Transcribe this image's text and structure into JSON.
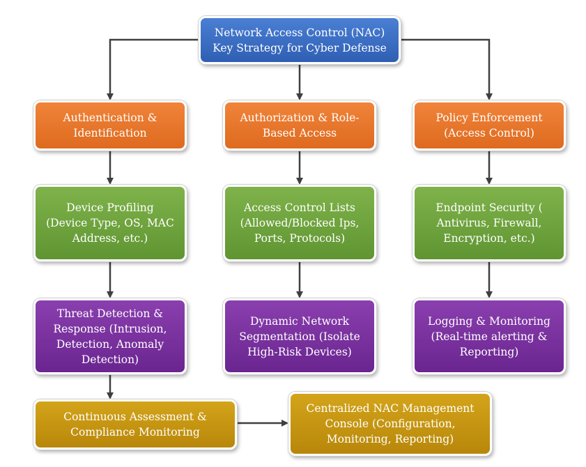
{
  "colors": {
    "blue": "#3a6cc4",
    "orange": "#e8772b",
    "green": "#6fa23d",
    "purple": "#7b2fa0",
    "gold": "#c7960f",
    "connector": "#3f3f3f"
  },
  "nodes": {
    "root": "Network Access Control (NAC)\nKey Strategy for Cyber Defense",
    "authentication": "Authentication &\nIdentification",
    "authorization": "Authorization & Role-\nBased Access",
    "policy": "Policy Enforcement\n(Access Control)",
    "device_profiling": "Device Profiling\n(Device Type, OS, MAC\nAddress, etc.)",
    "acl": "Access Control Lists\n(Allowed/Blocked Ips,\nPorts, Protocols)",
    "endpoint": "Endpoint Security (\nAntivirus, Firewall,\nEncryption, etc.)",
    "threat": "Threat Detection &\nResponse (Intrusion,\nDetection, Anomaly\nDetection)",
    "segmentation": "Dynamic Network\nSegmentation (Isolate\nHigh-Risk Devices)",
    "logging": "Logging & Monitoring\n(Real-time alerting &\nReporting)",
    "assessment": "Continuous Assessment &\nCompliance Monitoring",
    "console": "Centralized NAC Management\nConsole (Configuration,\nMonitoring, Reporting)"
  }
}
